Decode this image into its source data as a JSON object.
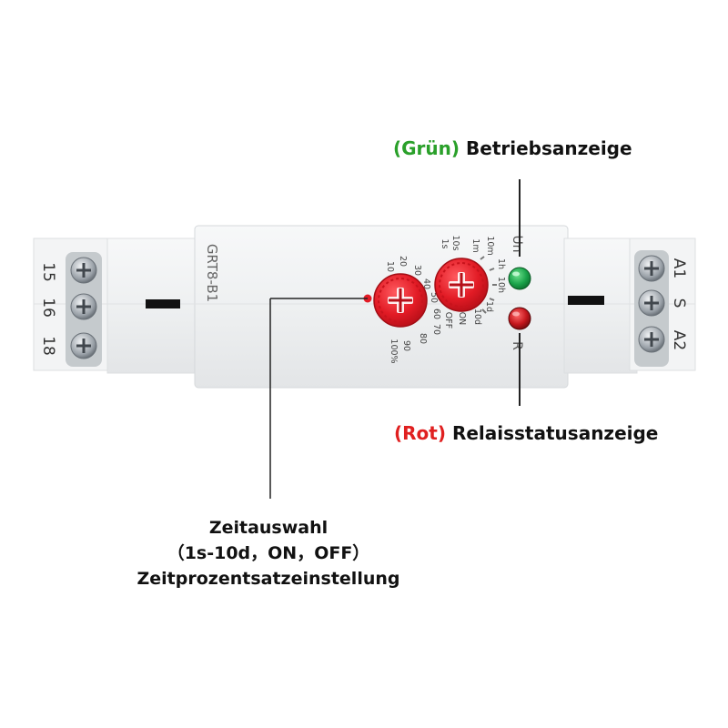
{
  "device": {
    "model_label": "GRT8-B1",
    "left_terminals": [
      "15",
      "16",
      "18"
    ],
    "right_terminals": [
      "A1",
      "S",
      "A2"
    ],
    "led_labels": {
      "power": "Un",
      "relay": "R"
    },
    "time_scale_labels": [
      "10m",
      "1h",
      "1m",
      "10h",
      "10s",
      "1d",
      "1s",
      "10d",
      "ON",
      "OFF"
    ],
    "percent_scale_labels": [
      "30",
      "40",
      "50",
      "20",
      "60",
      "70",
      "10",
      "80",
      "90",
      "100%"
    ]
  },
  "callouts": {
    "green_led": {
      "tag": "(Grün)",
      "text": "Betriebsanzeige"
    },
    "red_led": {
      "tag": "(Rot)",
      "text": "Relaisstatusanzeige"
    },
    "time_selector": {
      "line1": "Zeitauswahl",
      "line2": "（1s-10d，ON，OFF）",
      "line3": "Zeitprozentsatzeinstellung"
    }
  },
  "colors": {
    "knob_red": "#e21b25",
    "led_green": "#1aa34a",
    "led_red": "#c4161c",
    "tag_green": "#2aa02a",
    "tag_red": "#e02020",
    "housing": "#f1f2f3"
  }
}
